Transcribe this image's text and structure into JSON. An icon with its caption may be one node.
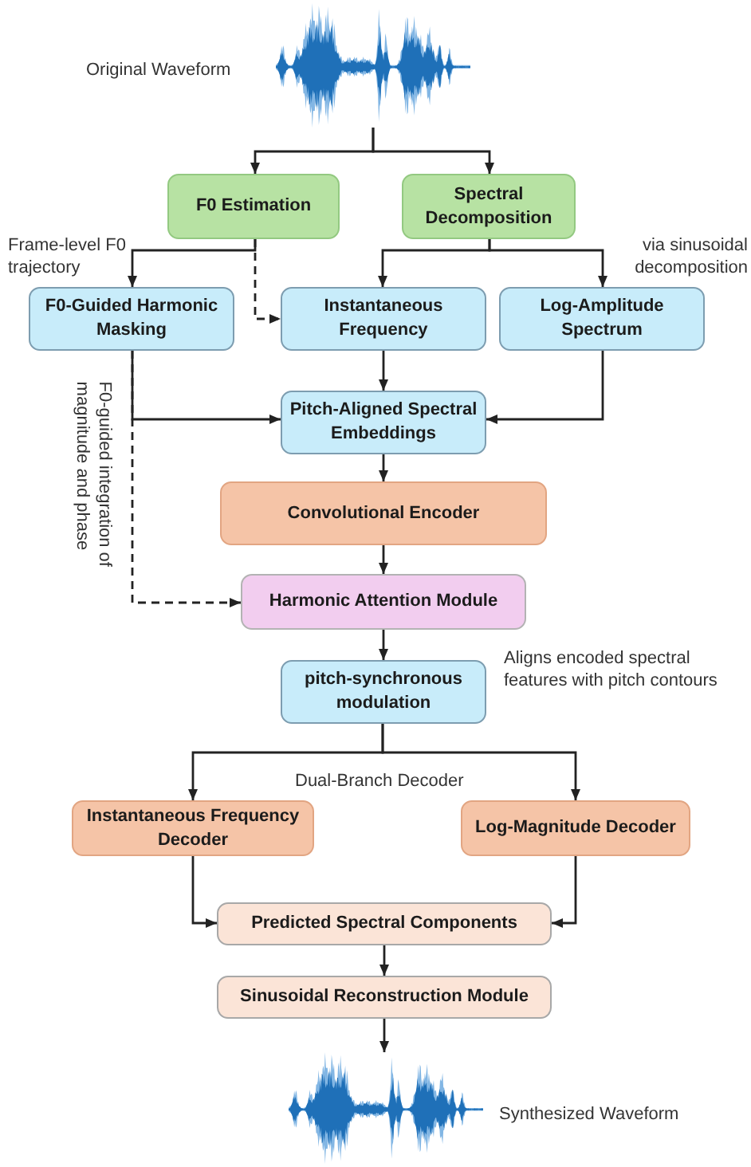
{
  "diagram": {
    "nodes": [
      {
        "text": [],
        "shape": "picture",
        "beside": [
          "Original Waveform"
        ]
      },
      {
        "text": [
          "F0 Estimation"
        ]
      },
      {
        "text": [
          "Spectral Decomposition"
        ]
      },
      {
        "text": [
          "F0-Guided Harmonic Masking"
        ]
      },
      {
        "text": [
          "Instantaneous Frequency"
        ]
      },
      {
        "text": [
          "Log-Amplitude Spectrum"
        ]
      },
      {
        "text": [
          "Pitch-Aligned Spectral Embeddings"
        ]
      },
      {
        "text": [
          "Convolutional Encoder"
        ]
      },
      {
        "text": [
          "Harmonic Attention Module"
        ]
      },
      {
        "text": [
          "pitch-synchronous modulation"
        ],
        "beside": [
          "Aligns encoded spectral features with pitch contours"
        ]
      },
      {
        "text": [
          "Instantaneous Frequency Decoder"
        ]
      },
      {
        "text": [
          "Log-Magnitude Decoder"
        ]
      },
      {
        "text": [
          "Predicted Spectral Components"
        ]
      },
      {
        "text": [
          "Sinusoidal Reconstruction Module"
        ]
      },
      {
        "text": [],
        "shape": "picture",
        "beside": [
          "Synthesized Waveform"
        ]
      }
    ],
    "edges": [
      {
        "from": 0,
        "to": 1,
        "arrow": "to"
      },
      {
        "from": 0,
        "to": 2,
        "arrow": "to"
      },
      {
        "from": 1,
        "to": 3,
        "arrow": "to",
        "label": "Frame-level F0 trajectory"
      },
      {
        "from": 1,
        "to": 4,
        "arrow": "to",
        "style": "dashed"
      },
      {
        "from": 2,
        "to": 4,
        "arrow": "to"
      },
      {
        "from": 2,
        "to": 5,
        "arrow": "to",
        "label": "via sinusoidal decomposition"
      },
      {
        "from": 3,
        "to": 6,
        "arrow": "to"
      },
      {
        "from": 4,
        "to": 6,
        "arrow": "to"
      },
      {
        "from": 5,
        "to": 6,
        "arrow": "to"
      },
      {
        "from": 3,
        "to": 8,
        "arrow": "to",
        "style": "dashed",
        "label": "F0-guided integration of magnitude and phase"
      },
      {
        "from": 6,
        "to": 7,
        "arrow": "to"
      },
      {
        "from": 7,
        "to": 8,
        "arrow": "to"
      },
      {
        "from": 8,
        "to": 9,
        "arrow": "to"
      },
      {
        "from": 9,
        "to": 10,
        "arrow": "to"
      },
      {
        "from": 9,
        "to": 11,
        "arrow": "to"
      },
      {
        "from": 10,
        "to": 12,
        "arrow": "to"
      },
      {
        "from": 11,
        "to": 12,
        "arrow": "to"
      },
      {
        "from": 12,
        "to": 13,
        "arrow": "to"
      },
      {
        "from": 13,
        "to": 14,
        "arrow": "to"
      }
    ],
    "labels": [
      "Dual-Branch Decoder"
    ]
  }
}
